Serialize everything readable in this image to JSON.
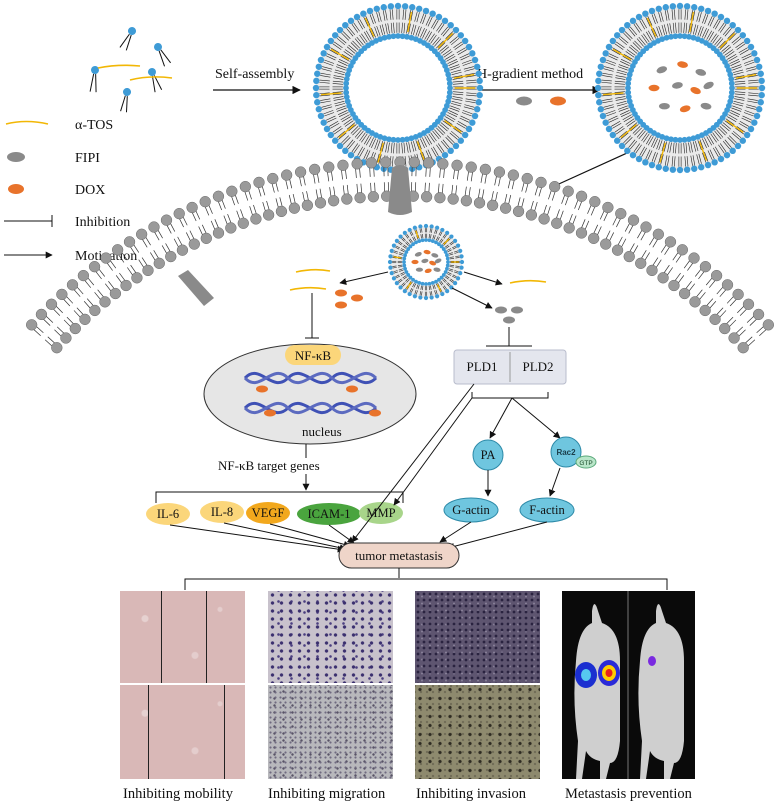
{
  "legend": {
    "items": [
      {
        "key": "tos",
        "label": "α-TOS",
        "color": "#f2b705"
      },
      {
        "key": "fipi",
        "label": "FIPI",
        "color": "#8a8a8a"
      },
      {
        "key": "dox",
        "label": "DOX",
        "color": "#e8732b"
      },
      {
        "key": "inhibition",
        "label": "Inhibition"
      },
      {
        "key": "motivation",
        "label": "Motivation"
      }
    ]
  },
  "steps": {
    "self_assembly": "Self-assembly",
    "ph_gradient": "pH-gradient method"
  },
  "nucleus": {
    "nfkb": "NF-κB",
    "label": "nucleus",
    "target_genes": "NF-κB target genes"
  },
  "genes": [
    "IL-6",
    "IL-8",
    "VEGF",
    "ICAM-1",
    "MMP"
  ],
  "pld": {
    "pld1": "PLD1",
    "pld2": "PLD2"
  },
  "pathway": {
    "pa": "PA",
    "rac2": "Rac2",
    "gtp": "GTP",
    "g_actin": "G-actin",
    "f_actin": "F-actin"
  },
  "outcome": "tumor metastasis",
  "colors": {
    "lipid_head": "#3e9bd6",
    "tos": "#f2b705",
    "dox": "#e8732b",
    "fipi": "#8a8a8a",
    "membrane_head": "#9a9a9a",
    "gene_yellow": "#fbd67a",
    "gene_orange": "#f2a81d",
    "gene_green": "#4aa43e",
    "gene_lightgreen": "#a8d58a",
    "pathway_blue": "#6fc6df",
    "tumor_box": "#efd5c9"
  },
  "captions": {
    "mobility": "Inhibiting mobility",
    "migration": "Inhibiting migration",
    "invasion": "Inhibiting invasion",
    "prevention": "Metastasis prevention"
  }
}
